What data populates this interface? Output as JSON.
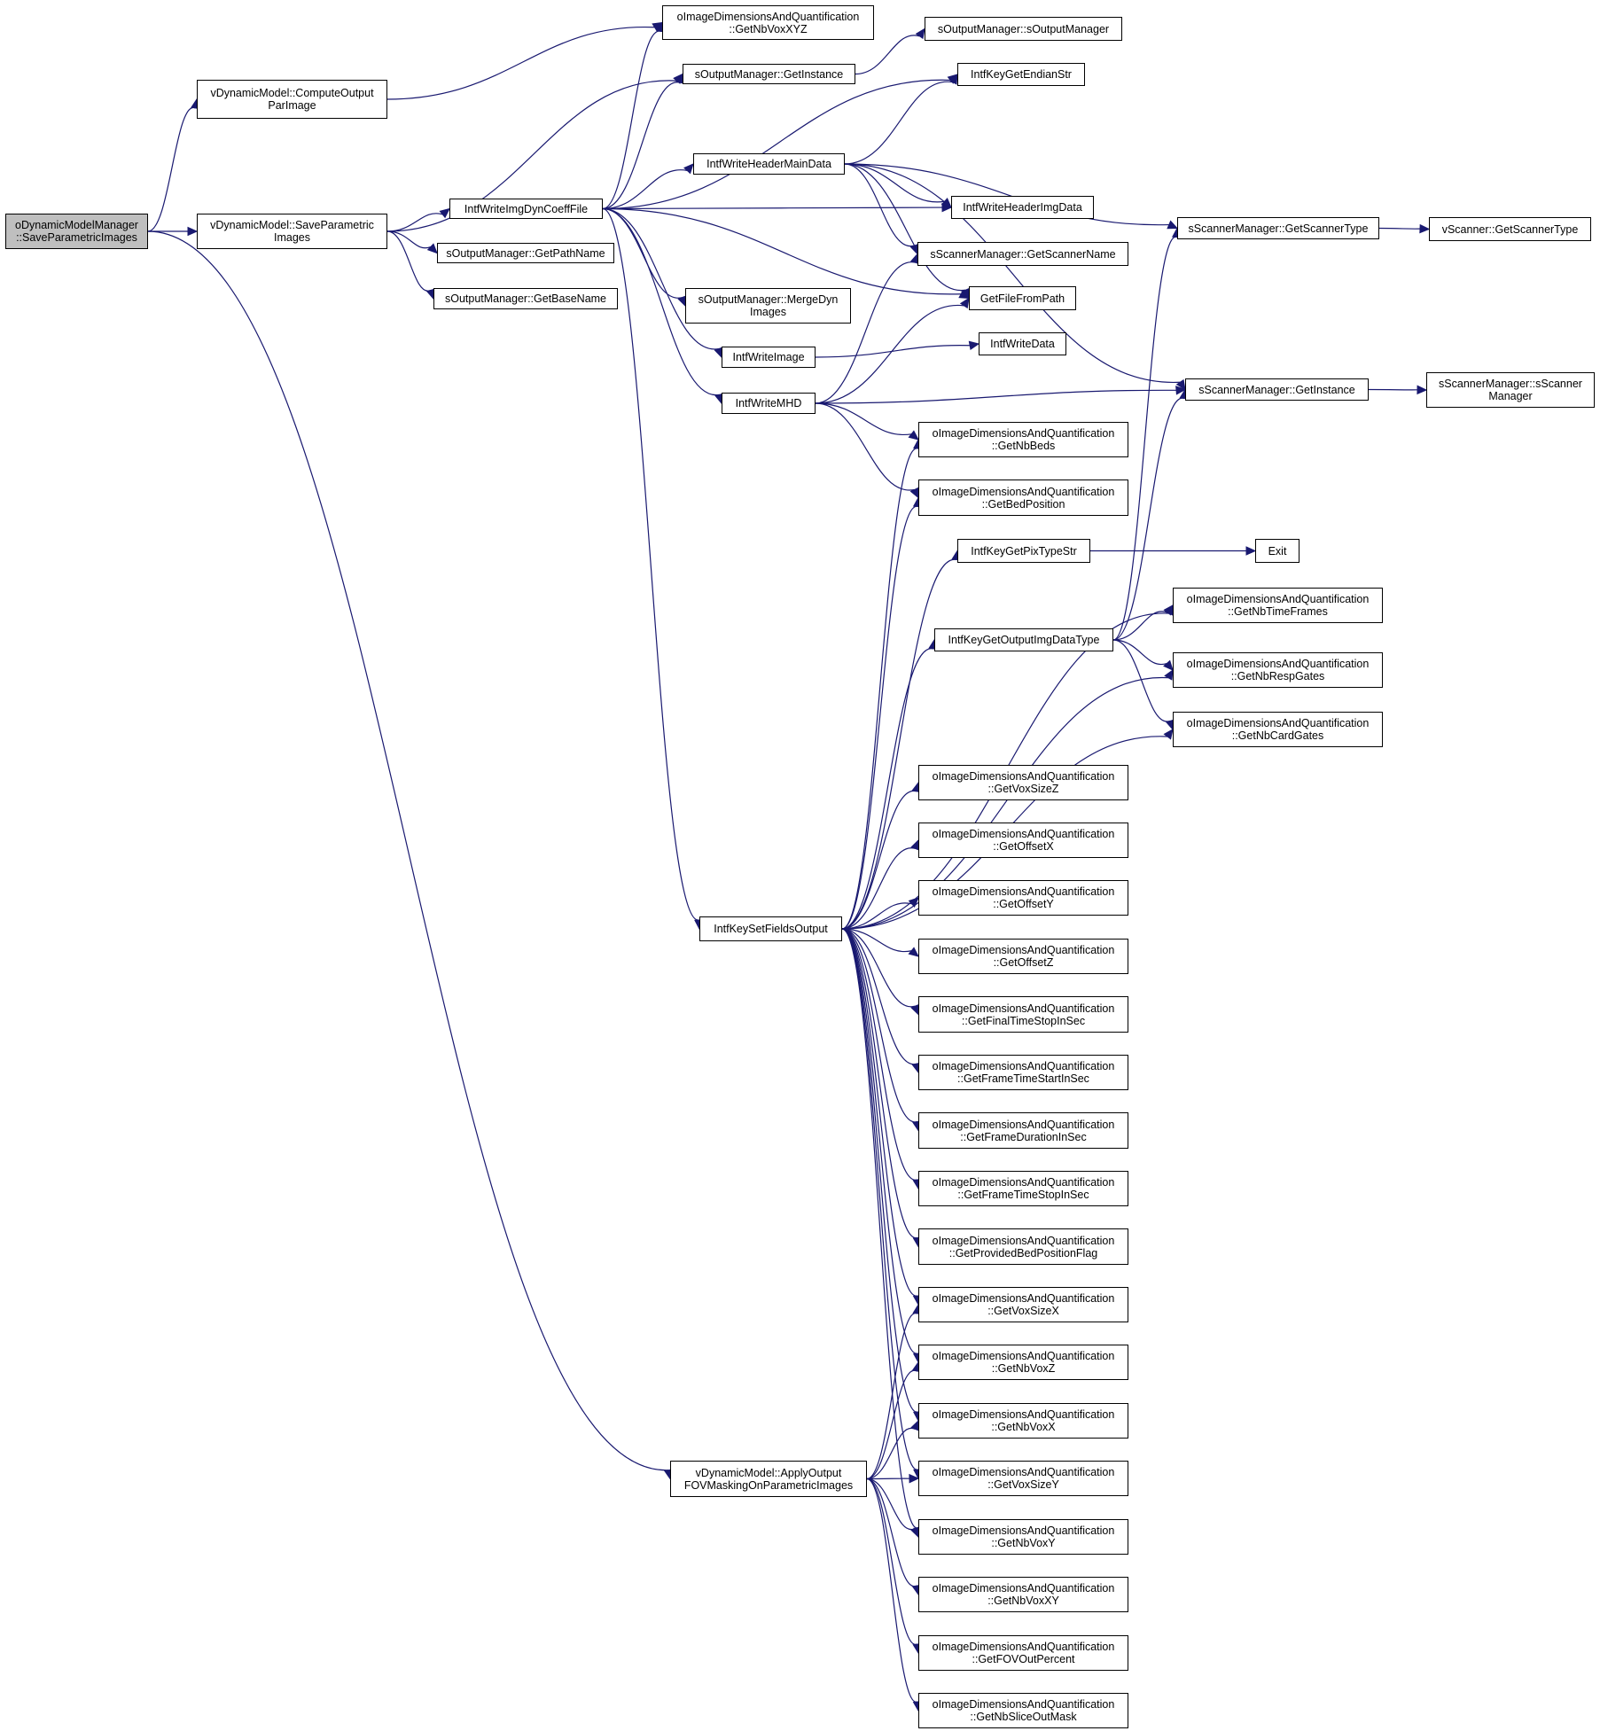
{
  "colors": {
    "edge": "#191970",
    "focus_fill": "#bfbfbf",
    "node_fill": "#ffffff",
    "node_border": "#000000"
  },
  "nodes": [
    {
      "id": "root",
      "lines": [
        "oDynamicModelManager",
        "::SaveParametricImages"
      ],
      "focus": true
    },
    {
      "id": "compute",
      "lines": [
        "vDynamicModel::ComputeOutput",
        "ParImage"
      ]
    },
    {
      "id": "savepar",
      "lines": [
        "vDynamicModel::SaveParametric",
        "Images"
      ]
    },
    {
      "id": "applyout",
      "lines": [
        "vDynamicModel::ApplyOutput",
        "FOVMaskingOnParametricImages"
      ]
    },
    {
      "id": "nbvoxxyz",
      "lines": [
        "oImageDimensionsAndQuantification",
        "::GetNbVoxXYZ"
      ]
    },
    {
      "id": "omgetinst",
      "lines": [
        "sOutputManager::GetInstance"
      ]
    },
    {
      "id": "intfwriteimgdyn",
      "lines": [
        "IntfWriteImgDynCoeffFile"
      ]
    },
    {
      "id": "getpathname",
      "lines": [
        "sOutputManager::GetPathName"
      ]
    },
    {
      "id": "getbasename",
      "lines": [
        "sOutputManager::GetBaseName"
      ]
    },
    {
      "id": "somctor",
      "lines": [
        "sOutputManager::sOutputManager"
      ]
    },
    {
      "id": "endianstr",
      "lines": [
        "IntfKeyGetEndianStr"
      ]
    },
    {
      "id": "hdrmain",
      "lines": [
        "IntfWriteHeaderMainData"
      ]
    },
    {
      "id": "hdrimg",
      "lines": [
        "IntfWriteHeaderImgData"
      ]
    },
    {
      "id": "scannername",
      "lines": [
        "sScannerManager::GetScannerName"
      ]
    },
    {
      "id": "getfilefrompath",
      "lines": [
        "GetFileFromPath"
      ]
    },
    {
      "id": "mergedyn",
      "lines": [
        "sOutputManager::MergeDyn",
        "Images"
      ]
    },
    {
      "id": "writeimage",
      "lines": [
        "IntfWriteImage"
      ]
    },
    {
      "id": "writedata",
      "lines": [
        "IntfWriteData"
      ]
    },
    {
      "id": "writemhd",
      "lines": [
        "IntfWriteMHD"
      ]
    },
    {
      "id": "scannertype",
      "lines": [
        "sScannerManager::GetScannerType"
      ]
    },
    {
      "id": "vscannertype",
      "lines": [
        "vScanner::GetScannerType"
      ]
    },
    {
      "id": "smgetinst",
      "lines": [
        "sScannerManager::GetInstance"
      ]
    },
    {
      "id": "ssmctor",
      "lines": [
        "sScannerManager::sScanner",
        "Manager"
      ]
    },
    {
      "id": "getnbbeds",
      "lines": [
        "oImageDimensionsAndQuantification",
        "::GetNbBeds"
      ]
    },
    {
      "id": "getbedpos",
      "lines": [
        "oImageDimensionsAndQuantification",
        "::GetBedPosition"
      ]
    },
    {
      "id": "pixtypestr",
      "lines": [
        "IntfKeyGetPixTypeStr"
      ]
    },
    {
      "id": "exit",
      "lines": [
        "Exit"
      ]
    },
    {
      "id": "outimgdatatype",
      "lines": [
        "IntfKeyGetOutputImgDataType"
      ]
    },
    {
      "id": "nbtimeframes",
      "lines": [
        "oImageDimensionsAndQuantification",
        "::GetNbTimeFrames"
      ]
    },
    {
      "id": "nbrespgates",
      "lines": [
        "oImageDimensionsAndQuantification",
        "::GetNbRespGates"
      ]
    },
    {
      "id": "nbcardgates",
      "lines": [
        "oImageDimensionsAndQuantification",
        "::GetNbCardGates"
      ]
    },
    {
      "id": "setfields",
      "lines": [
        "IntfKeySetFieldsOutput"
      ]
    },
    {
      "id": "voxsizez",
      "lines": [
        "oImageDimensionsAndQuantification",
        "::GetVoxSizeZ"
      ]
    },
    {
      "id": "offsetx",
      "lines": [
        "oImageDimensionsAndQuantification",
        "::GetOffsetX"
      ]
    },
    {
      "id": "offsety",
      "lines": [
        "oImageDimensionsAndQuantification",
        "::GetOffsetY"
      ]
    },
    {
      "id": "offsetz",
      "lines": [
        "oImageDimensionsAndQuantification",
        "::GetOffsetZ"
      ]
    },
    {
      "id": "finaltimestop",
      "lines": [
        "oImageDimensionsAndQuantification",
        "::GetFinalTimeStopInSec"
      ]
    },
    {
      "id": "frametimestart",
      "lines": [
        "oImageDimensionsAndQuantification",
        "::GetFrameTimeStartInSec"
      ]
    },
    {
      "id": "framedur",
      "lines": [
        "oImageDimensionsAndQuantification",
        "::GetFrameDurationInSec"
      ]
    },
    {
      "id": "frametimestop",
      "lines": [
        "oImageDimensionsAndQuantification",
        "::GetFrameTimeStopInSec"
      ]
    },
    {
      "id": "providedbed",
      "lines": [
        "oImageDimensionsAndQuantification",
        "::GetProvidedBedPositionFlag"
      ]
    },
    {
      "id": "voxsizex",
      "lines": [
        "oImageDimensionsAndQuantification",
        "::GetVoxSizeX"
      ]
    },
    {
      "id": "nbvoxz",
      "lines": [
        "oImageDimensionsAndQuantification",
        "::GetNbVoxZ"
      ]
    },
    {
      "id": "nbvoxx",
      "lines": [
        "oImageDimensionsAndQuantification",
        "::GetNbVoxX"
      ]
    },
    {
      "id": "voxsizey",
      "lines": [
        "oImageDimensionsAndQuantification",
        "::GetVoxSizeY"
      ]
    },
    {
      "id": "nbvoxy",
      "lines": [
        "oImageDimensionsAndQuantification",
        "::GetNbVoxY"
      ]
    },
    {
      "id": "nbvoxxy",
      "lines": [
        "oImageDimensionsAndQuantification",
        "::GetNbVoxXY"
      ]
    },
    {
      "id": "fovout",
      "lines": [
        "oImageDimensionsAndQuantification",
        "::GetFOVOutPercent"
      ]
    },
    {
      "id": "nbsliceout",
      "lines": [
        "oImageDimensionsAndQuantification",
        "::GetNbSliceOutMask"
      ]
    }
  ],
  "edges": [
    [
      "root",
      "compute"
    ],
    [
      "root",
      "savepar"
    ],
    [
      "root",
      "applyout"
    ],
    [
      "compute",
      "nbvoxxyz"
    ],
    [
      "savepar",
      "omgetinst"
    ],
    [
      "savepar",
      "intfwriteimgdyn"
    ],
    [
      "savepar",
      "getpathname"
    ],
    [
      "savepar",
      "getbasename"
    ],
    [
      "omgetinst",
      "somctor"
    ],
    [
      "intfwriteimgdyn",
      "nbvoxxyz"
    ],
    [
      "intfwriteimgdyn",
      "omgetinst"
    ],
    [
      "intfwriteimgdyn",
      "endianstr"
    ],
    [
      "intfwriteimgdyn",
      "hdrmain"
    ],
    [
      "intfwriteimgdyn",
      "hdrimg"
    ],
    [
      "intfwriteimgdyn",
      "getfilefrompath"
    ],
    [
      "intfwriteimgdyn",
      "mergedyn"
    ],
    [
      "intfwriteimgdyn",
      "writeimage"
    ],
    [
      "intfwriteimgdyn",
      "writemhd"
    ],
    [
      "intfwriteimgdyn",
      "setfields"
    ],
    [
      "hdrmain",
      "endianstr"
    ],
    [
      "hdrmain",
      "scannertype"
    ],
    [
      "hdrmain",
      "smgetinst"
    ],
    [
      "hdrmain",
      "hdrimg"
    ],
    [
      "hdrmain",
      "scannername"
    ],
    [
      "hdrmain",
      "getfilefrompath"
    ],
    [
      "scannertype",
      "vscannertype"
    ],
    [
      "smgetinst",
      "ssmctor"
    ],
    [
      "writeimage",
      "writedata"
    ],
    [
      "writemhd",
      "scannername"
    ],
    [
      "writemhd",
      "getfilefrompath"
    ],
    [
      "writemhd",
      "smgetinst"
    ],
    [
      "writemhd",
      "getnbbeds"
    ],
    [
      "writemhd",
      "getbedpos"
    ],
    [
      "pixtypestr",
      "exit"
    ],
    [
      "outimgdatatype",
      "scannertype"
    ],
    [
      "outimgdatatype",
      "smgetinst"
    ],
    [
      "outimgdatatype",
      "nbtimeframes"
    ],
    [
      "outimgdatatype",
      "nbrespgates"
    ],
    [
      "outimgdatatype",
      "nbcardgates"
    ],
    [
      "setfields",
      "getnbbeds"
    ],
    [
      "setfields",
      "getbedpos"
    ],
    [
      "setfields",
      "pixtypestr"
    ],
    [
      "setfields",
      "outimgdatatype"
    ],
    [
      "setfields",
      "nbtimeframes"
    ],
    [
      "setfields",
      "nbrespgates"
    ],
    [
      "setfields",
      "nbcardgates"
    ],
    [
      "setfields",
      "voxsizez"
    ],
    [
      "setfields",
      "offsetx"
    ],
    [
      "setfields",
      "offsety"
    ],
    [
      "setfields",
      "offsetz"
    ],
    [
      "setfields",
      "finaltimestop"
    ],
    [
      "setfields",
      "frametimestart"
    ],
    [
      "setfields",
      "framedur"
    ],
    [
      "setfields",
      "frametimestop"
    ],
    [
      "setfields",
      "providedbed"
    ],
    [
      "setfields",
      "voxsizex"
    ],
    [
      "setfields",
      "nbvoxz"
    ],
    [
      "setfields",
      "nbvoxx"
    ],
    [
      "setfields",
      "voxsizey"
    ],
    [
      "setfields",
      "nbvoxy"
    ],
    [
      "applyout",
      "voxsizex"
    ],
    [
      "applyout",
      "nbvoxz"
    ],
    [
      "applyout",
      "nbvoxx"
    ],
    [
      "applyout",
      "voxsizey"
    ],
    [
      "applyout",
      "nbvoxy"
    ],
    [
      "applyout",
      "nbvoxxy"
    ],
    [
      "applyout",
      "fovout"
    ],
    [
      "applyout",
      "nbsliceout"
    ]
  ]
}
